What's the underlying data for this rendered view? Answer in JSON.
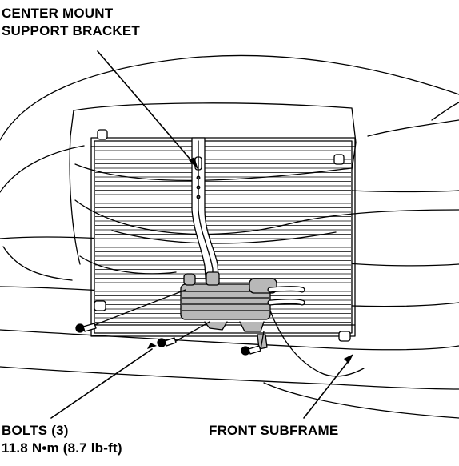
{
  "labels": {
    "bracket_line1": "CENTER MOUNT",
    "bracket_line2": "SUPPORT BRACKET",
    "bolts_line1": "BOLTS (3)",
    "bolts_line2": "11.8 N•m (8.7 lb-ft)",
    "subframe": "FRONT SUBFRAME"
  },
  "colors": {
    "line": "#000000",
    "background": "#ffffff",
    "cooler_fill": "#b8b8b8"
  }
}
